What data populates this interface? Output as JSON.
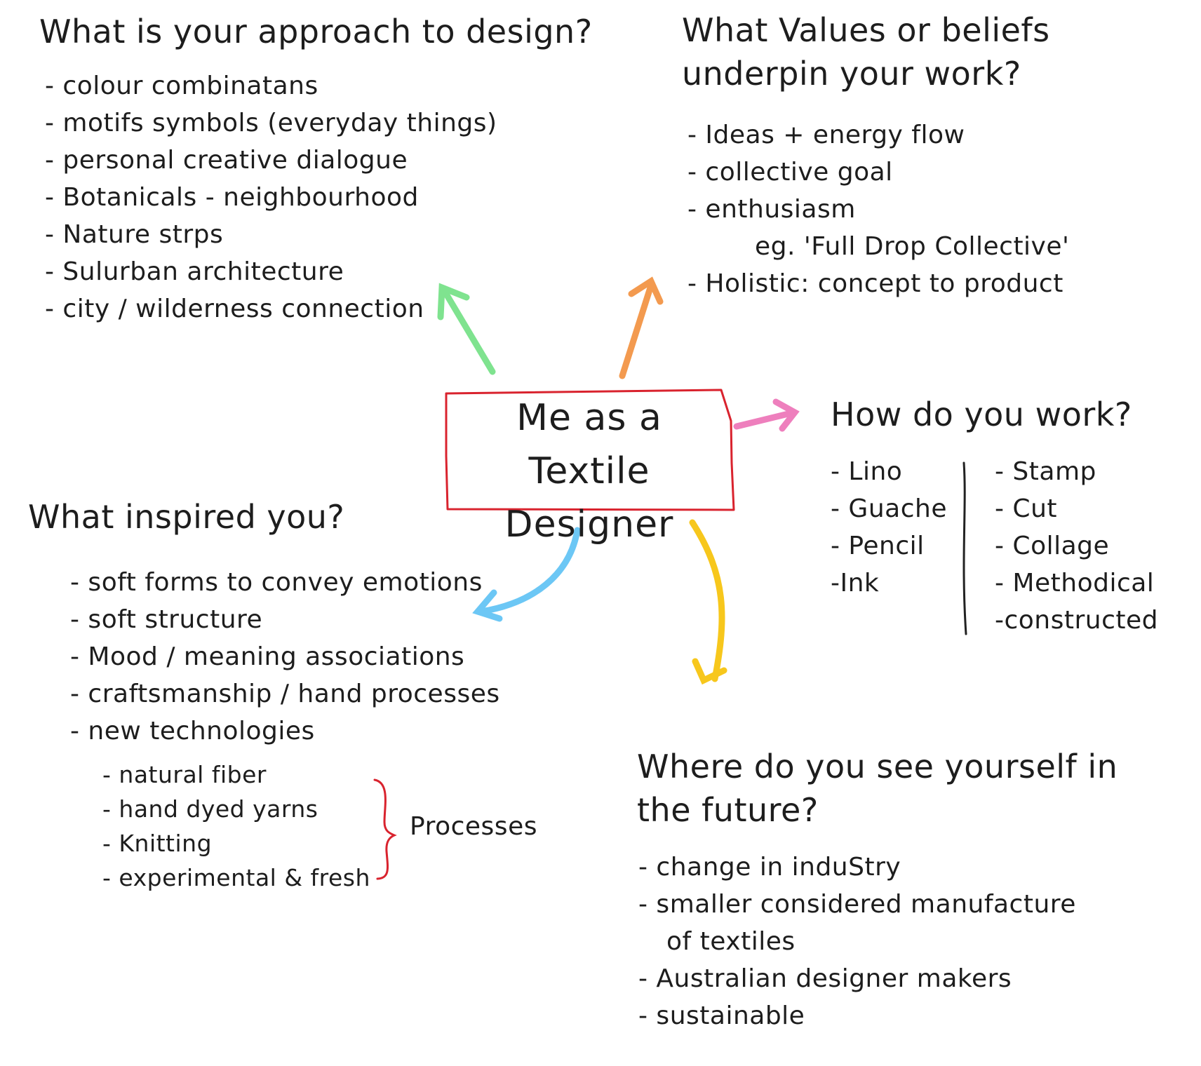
{
  "center": {
    "line1": "Me as a",
    "line2": "Textile Designer"
  },
  "approach": {
    "title": "What is your approach to design?",
    "items": [
      "- colour combinatans",
      "- motifs symbols (everyday things)",
      "- personal creative dialogue",
      "- Botanicals - neighbourhood",
      "- Nature strps",
      "- Sulurban architecture",
      "- city / wilderness connection"
    ]
  },
  "values": {
    "title_line1": "What Values or beliefs",
    "title_line2": "underpin your work?",
    "items": [
      "- Ideas + energy flow",
      "- collective goal",
      "- enthusiasm",
      "eg. 'Full Drop Collective'",
      "- Holistic: concept to product"
    ]
  },
  "work": {
    "title": "How do you work?",
    "left_items": [
      "- Lino",
      "- Guache",
      "- Pencil",
      "-Ink"
    ],
    "right_items": [
      "- Stamp",
      "- Cut",
      "- Collage",
      "- Methodical",
      "-constructed"
    ]
  },
  "inspired": {
    "title": "What inspired you?",
    "items": [
      "- soft forms to convey emotions",
      "- soft structure",
      "- Mood / meaning associations",
      "- craftsmanship / hand processes",
      "- new technologies"
    ],
    "sub_items": [
      "- natural fiber",
      "- hand dyed yarns",
      "- Knitting",
      "- experimental & fresh"
    ],
    "brace_label": "Processes"
  },
  "future": {
    "title_line1": "Where do you see yourself in",
    "title_line2": "the future?",
    "items": [
      "- change in induStry",
      "- smaller considered manufacture",
      "of textiles",
      "- Australian designer makers",
      "- sustainable"
    ]
  },
  "colors": {
    "box": "#d9232e",
    "arrow_green": "#7fe38f",
    "arrow_orange": "#f39a4f",
    "arrow_pink": "#ee7fbd",
    "arrow_blue": "#6cc7f5",
    "arrow_yellow": "#f7c71c",
    "brace_red": "#d9232e",
    "divider": "#222222"
  }
}
